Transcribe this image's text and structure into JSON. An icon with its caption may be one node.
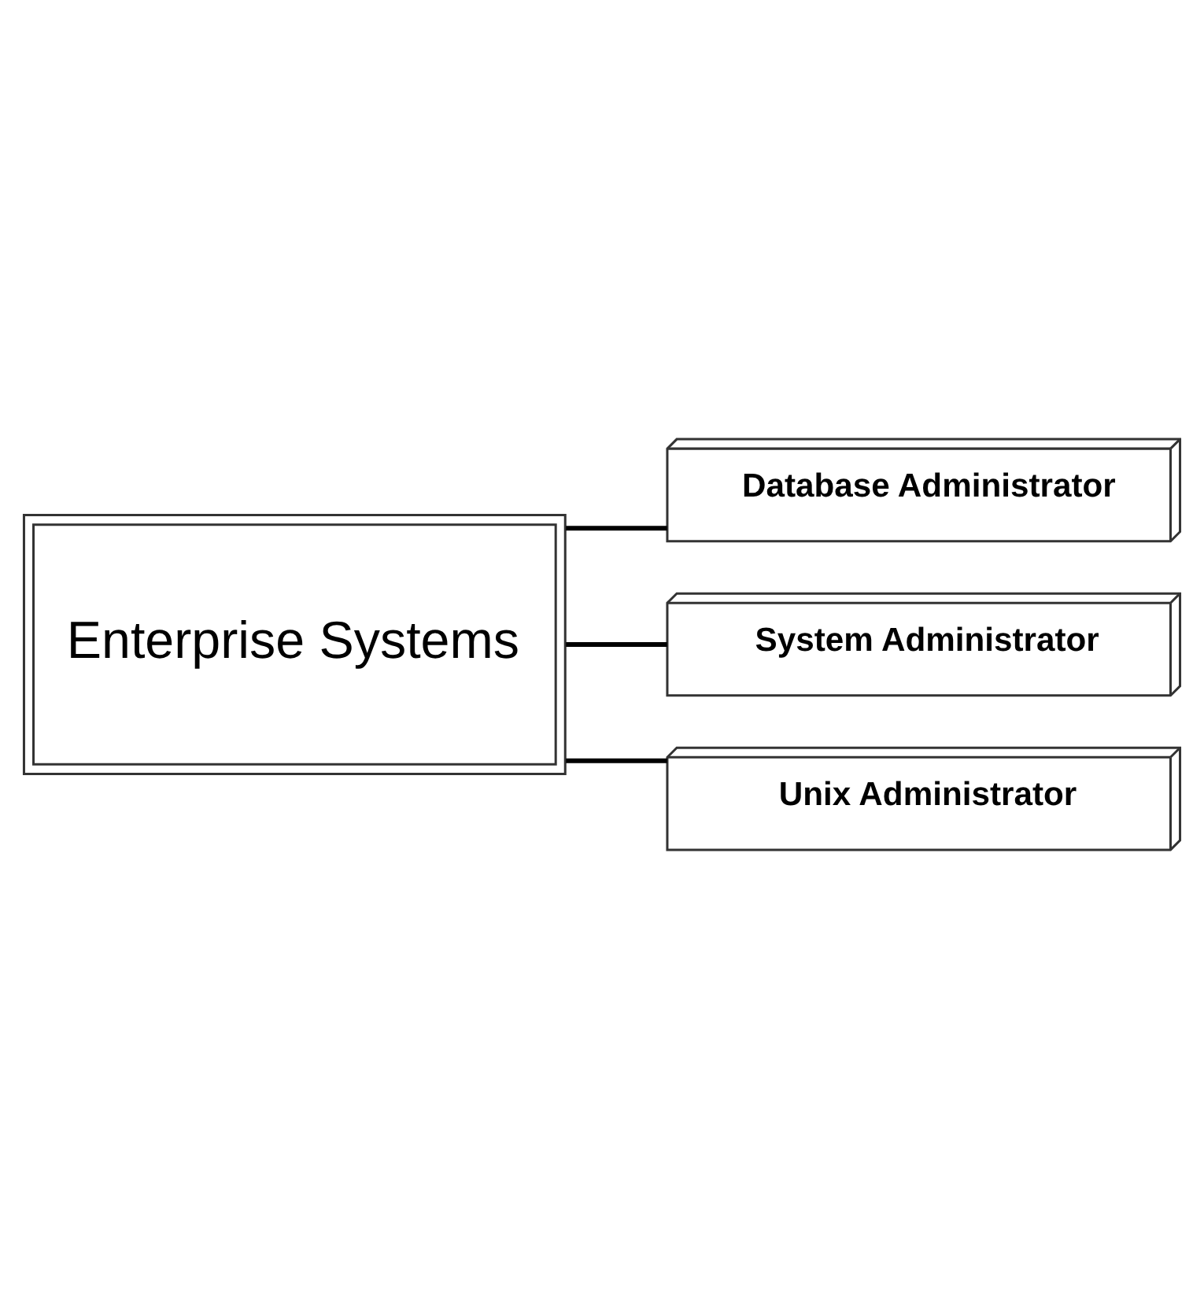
{
  "diagram": {
    "nodes": [
      {
        "text": [
          "Enterprise Systems"
        ]
      },
      {
        "text": [
          "Database Administrator"
        ]
      },
      {
        "text": [
          "System Administrator"
        ]
      },
      {
        "text": [
          "Unix Administrator"
        ]
      }
    ],
    "edges": [
      {
        "from": 0,
        "to": 1,
        "arrow": "none"
      },
      {
        "from": 0,
        "to": 2,
        "arrow": "none"
      },
      {
        "from": 0,
        "to": 3,
        "arrow": "none"
      }
    ]
  }
}
